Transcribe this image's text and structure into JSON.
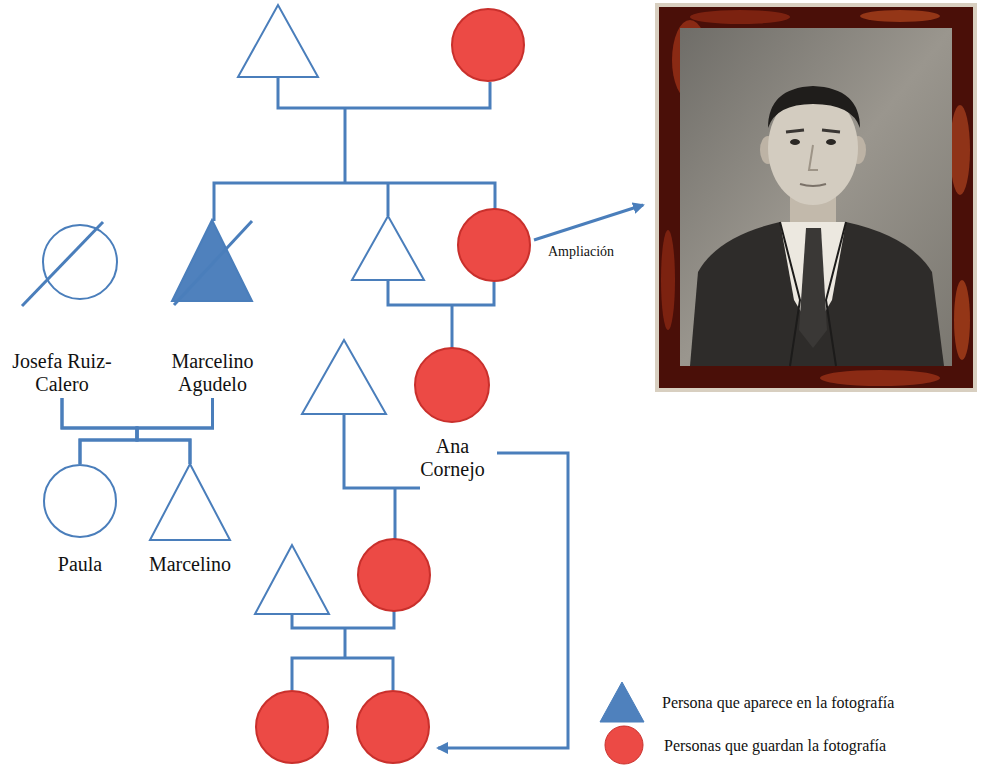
{
  "diagram": {
    "nodes": [
      {
        "text": [
          "Josefa Ruiz-Calero"
        ]
      },
      {
        "text": [
          "Marcelino Agudelo"
        ]
      },
      {
        "text": [
          "Ana Cornejo"
        ]
      },
      {
        "text": [
          "Paula"
        ]
      },
      {
        "text": [
          "Marcelino"
        ]
      }
    ],
    "edges": [
      {
        "from": 0,
        "to": 3,
        "arrow": "none"
      },
      {
        "from": 0,
        "to": 4,
        "arrow": "none"
      },
      {
        "from": 1,
        "to": 3,
        "arrow": "none"
      },
      {
        "from": 1,
        "to": 4,
        "arrow": "none"
      }
    ],
    "labels": [
      "Ampliación"
    ],
    "legend": [
      {
        "text": "Persona que aparece en la fotografía"
      },
      {
        "text": "Personas que guardan la fotografía"
      }
    ]
  }
}
